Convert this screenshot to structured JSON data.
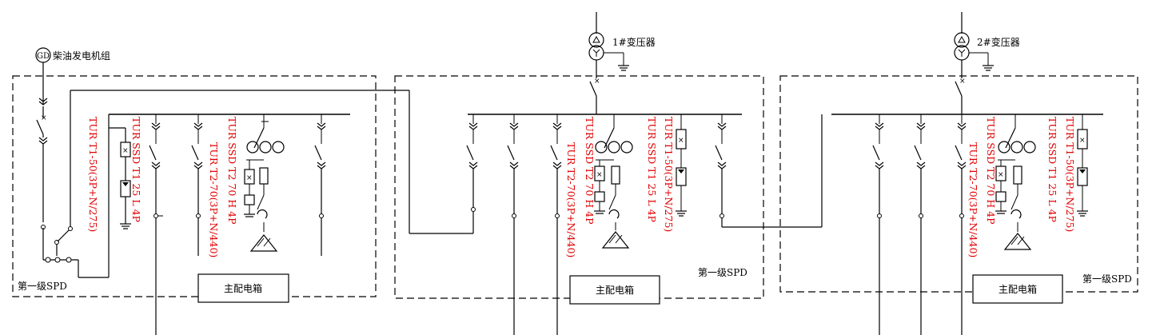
{
  "diagram": {
    "generator": {
      "symbol": "GD",
      "label": "柴油发电机组"
    },
    "transformers": [
      {
        "label": "1#变压器"
      },
      {
        "label": "2#变压器"
      }
    ],
    "panels": [
      {
        "spd_level": "第一级SPD",
        "box_label": "主配电箱",
        "devices": [
          "TUR T1-50(3P+N/275)",
          "TUR SSD T1 25 L 4P",
          "TUR SSD T2 70 H 4P",
          "TUR T2-70(3P+N/440)"
        ]
      },
      {
        "spd_level": "第一级SPD",
        "box_label": "主配电箱",
        "devices": [
          "TUR T2-70(3P+N/440)",
          "TUR SSD T2 70 H 4P",
          "TUR SSD T1 25 L 4P",
          "TUR T1-50(3P+N/275)"
        ]
      },
      {
        "spd_level": "第一级SPD",
        "box_label": "主配电箱",
        "devices": [
          "TUR T2-70(3P+N/440)",
          "TUR SSD T2 70 H 4P",
          "TUR SSD T1 25 L 4P",
          "TUR T1-50(3P+N/275)"
        ]
      }
    ]
  },
  "colors": {
    "line": "#000000",
    "device_text": "#e00000",
    "background": "#ffffff"
  }
}
